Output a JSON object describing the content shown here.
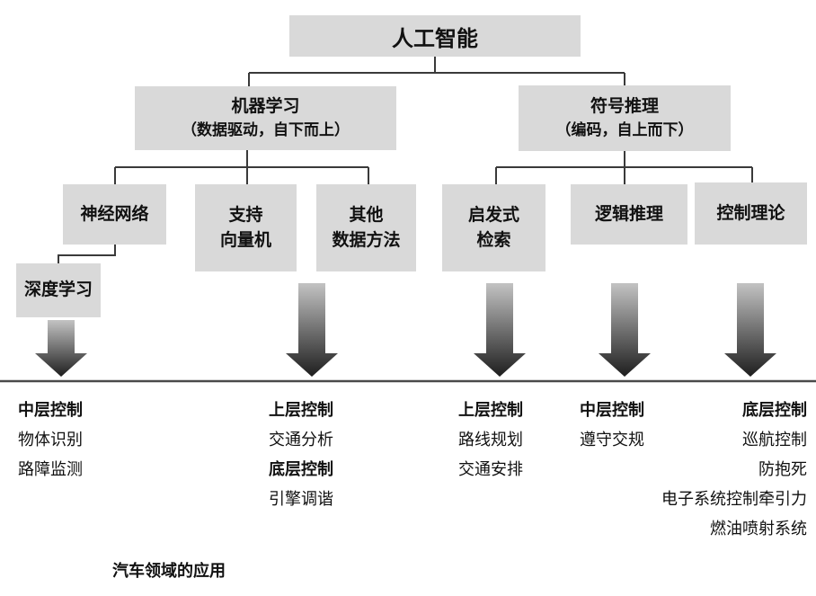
{
  "diagram": {
    "root": "人工智能",
    "level2": [
      {
        "title": "机器学习",
        "subtitle": "（数据驱动，自下而上）"
      },
      {
        "title": "符号推理",
        "subtitle": "（编码，自上而下）"
      }
    ],
    "level3": [
      {
        "lines": [
          "神经网络"
        ]
      },
      {
        "lines": [
          "支持",
          "向量机"
        ]
      },
      {
        "lines": [
          "其他",
          "数据方法"
        ]
      },
      {
        "lines": [
          "启发式",
          "检索"
        ]
      },
      {
        "lines": [
          "逻辑推理"
        ]
      },
      {
        "lines": [
          "控制理论"
        ]
      }
    ],
    "level4": [
      {
        "lines": [
          "深度学习"
        ]
      }
    ],
    "applications": {
      "columns": [
        {
          "items": [
            {
              "text": "中层控制",
              "bold": true
            },
            {
              "text": "物体识别",
              "bold": false
            },
            {
              "text": "路障监测",
              "bold": false
            }
          ]
        },
        {
          "items": [
            {
              "text": "上层控制",
              "bold": true
            },
            {
              "text": "交通分析",
              "bold": false
            },
            {
              "text": "底层控制",
              "bold": true
            },
            {
              "text": "引擎调谐",
              "bold": false
            }
          ]
        },
        {
          "items": [
            {
              "text": "上层控制",
              "bold": true
            },
            {
              "text": "路线规划",
              "bold": false
            },
            {
              "text": "交通安排",
              "bold": false
            }
          ]
        },
        {
          "items": [
            {
              "text": "中层控制",
              "bold": true
            },
            {
              "text": "遵守交规",
              "bold": false
            }
          ]
        },
        {
          "items": [
            {
              "text": "底层控制",
              "bold": true
            },
            {
              "text": "巡航控制",
              "bold": false
            },
            {
              "text": "防抱死",
              "bold": false
            },
            {
              "text": "电子系统控制牵引力",
              "bold": false
            },
            {
              "text": "燃油喷射系统",
              "bold": false
            }
          ]
        }
      ]
    },
    "caption": "汽车领域的应用",
    "colors": {
      "box_fill": "#d9d9d9",
      "line": "#3a3a3a",
      "arrow_top": "#c3c3c3",
      "arrow_bottom": "#1e1e1e",
      "text": "#111111"
    }
  }
}
